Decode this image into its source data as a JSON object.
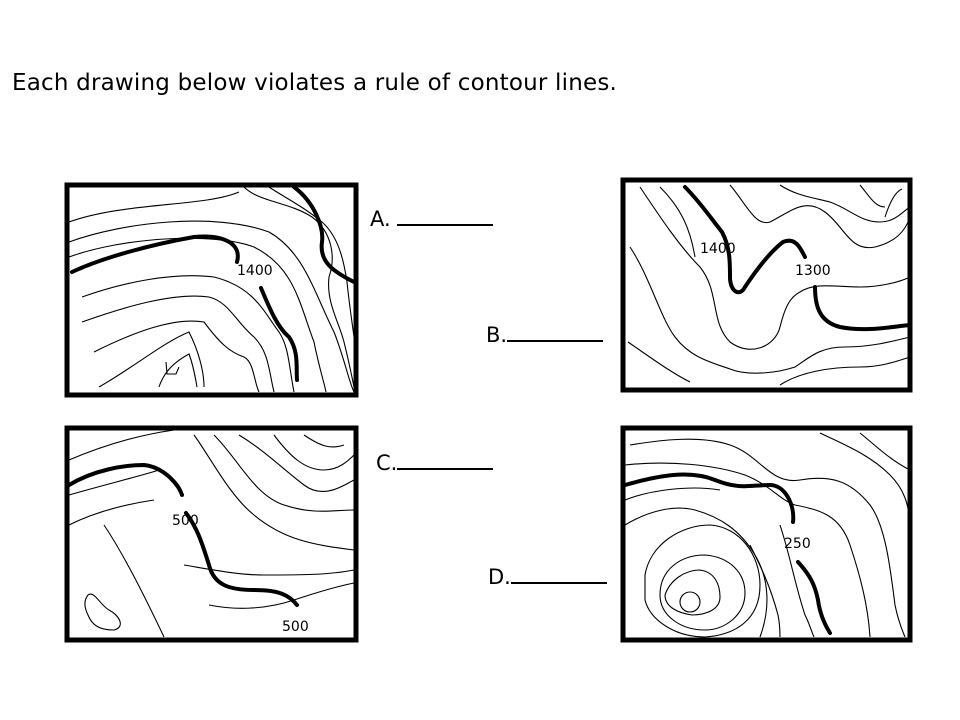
{
  "instructions": "Each drawing below violates a rule of contour lines.",
  "answers": [
    {
      "letter": "A.",
      "blank": ""
    },
    {
      "letter": "B.",
      "blank": ""
    },
    {
      "letter": "C.",
      "blank": ""
    },
    {
      "letter": "D.",
      "blank": ""
    }
  ],
  "maps": {
    "a": {
      "labels": [
        "1400"
      ]
    },
    "b": {
      "labels": [
        "1400",
        "1300"
      ]
    },
    "c": {
      "labels": [
        "500",
        "500"
      ]
    },
    "d": {
      "labels": [
        "250"
      ]
    }
  }
}
